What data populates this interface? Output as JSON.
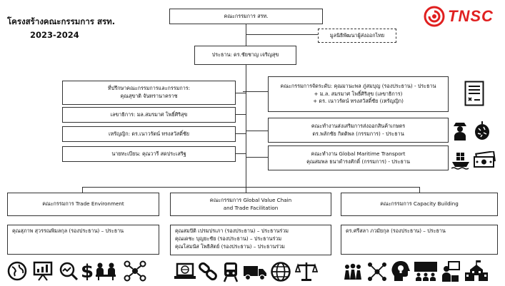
{
  "titles": {
    "line1": "โครงสร้างคณะกรรมการ สรท.",
    "line2": "2023-2024"
  },
  "logo": {
    "text": "TNSC",
    "brand_color": "#e02020",
    "icon": "tnsc-swirl-logo"
  },
  "top": {
    "committee": "คณะกรรมการ สรท.",
    "foundation": "มูลนิธิพัฒนาผู้ส่งออกไทย",
    "president": "ประธาน: ดร.ชัยชาญ เจริญสุข"
  },
  "left_column": {
    "advisor_line1": "ที่ปรึกษาคณะกรรมการและกรรมการ:",
    "advisor_line2": "คุณสุขาติ จันทรานาคราช",
    "secretary": "เลขาธิการ: มล.สมรมาศ โพธิ์ศิริสุข",
    "treasurer": "เหรัญญิก: ดร.เนาวรัตน์ ทรงสวัสดิ์ชัย",
    "registrar": "นายทะเบียน: คุณวารี สดประเสริฐ"
  },
  "right_column": {
    "exec_line1": "คณะกรรมการจัดระดับ: คุณมานะพล ภู่สมบุญ (รองประธาน) - ประธาน",
    "exec_line2": "+ ม.ล. สมรมาศ โพธิ์ศิริสุข (เลขาธิการ)",
    "exec_line3": "+ ดร. เนาวรัตน์ ทรงสวัสดิ์ชัย (เหรัญญิก)",
    "agri_line1": "คณะทำงานส่งเสริมการส่งออกสินค้าเกษตร",
    "agri_line2": "ดร.พลักชัย กิตติพล (กรรมการ) - ประธาน",
    "gmt_line1": "คณะทำงาน Global Maritime Transport",
    "gmt_line2": "คุณสมพล ธนาดำรงศักดิ์ (กรรมการ) - ประธาน"
  },
  "bottom": {
    "trade_env": "คณะกรรมการ Trade Environment",
    "trade_env_member": "คุณสุภาพ สุวรรณพิมลกุล (รองประธาน) – ประธาน",
    "gvc_line1": "คณะกรรมการ Global Value Chain",
    "gvc_line2": "and Trade Facilitation",
    "gvc_member1": "คุณสมปัติ เปรมปรเภา (รองประธาน) – ประธานร่วม",
    "gvc_member2": "คุณเดชะ บุญยะชัย (รองประธาน) – ประธานร่วม",
    "gvc_member3": "คุณโสมนัส โพธิสัตย์ (รองประธาน) – ประธานร่วม",
    "cap": "คณะกรรมการ Capacity Building",
    "cap_member": "ดร.ศรีสลา ภวมัยกุล (รองประธาน) – ประธาน"
  },
  "icons": {
    "right": [
      "document-checklist-icon",
      "farmer-icon",
      "durian-icon",
      "cargo-ship-icon",
      "cash-icon"
    ],
    "bottom_left": [
      "globe-icon",
      "presentation-chart-icon",
      "magnifier-analytics-icon",
      "dollar-icon",
      "meeting-icon",
      "network-people-icon"
    ],
    "bottom_mid": [
      "laptop-globe-icon",
      "chain-link-icon",
      "train-icon",
      "truck-icon",
      "globe-grid-icon",
      "scales-icon"
    ],
    "bottom_right": [
      "group-icon",
      "team-network-icon",
      "head-bulb-icon",
      "classroom-icon",
      "teacher-icon",
      "school-building-icon"
    ]
  }
}
